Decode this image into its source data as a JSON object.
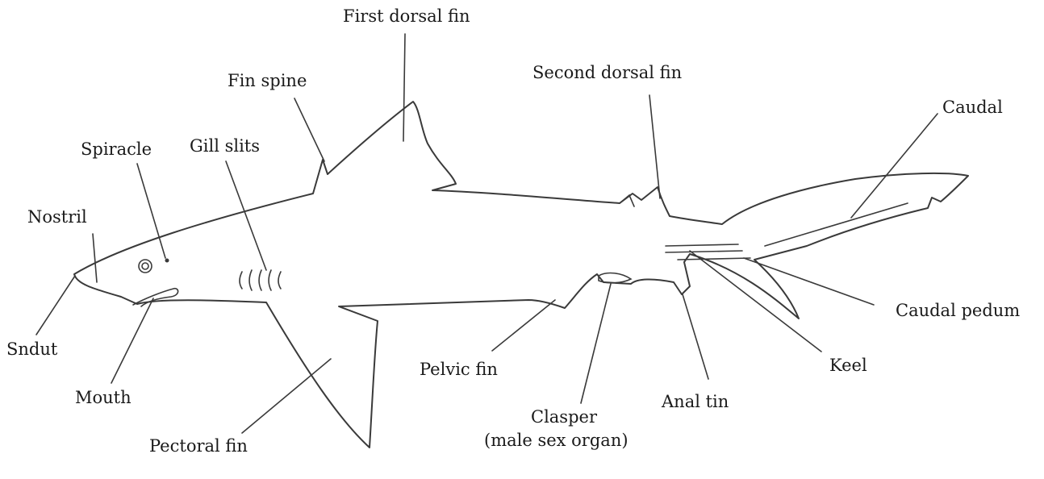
{
  "labels": {
    "first_dorsal_fin": "First dorsal fin",
    "second_dorsal_fin": "Second dorsal fin",
    "fin_spine": "Fin spine",
    "caudal": "Caudal",
    "spiracle": "Spiracle",
    "gill_slits": "Gill slits",
    "nostril": "Nostril",
    "snout": "Sndut",
    "mouth": "Mouth",
    "pectoral_fin": "Pectoral fin",
    "pelvic_fin": "Pelvic fin",
    "clasper_line1": "Clasper",
    "clasper_line2": "(male sex organ)",
    "anal_fin": "Anal tin",
    "caudal_peduncle": "Caudal pedum",
    "keel": "Keel"
  }
}
